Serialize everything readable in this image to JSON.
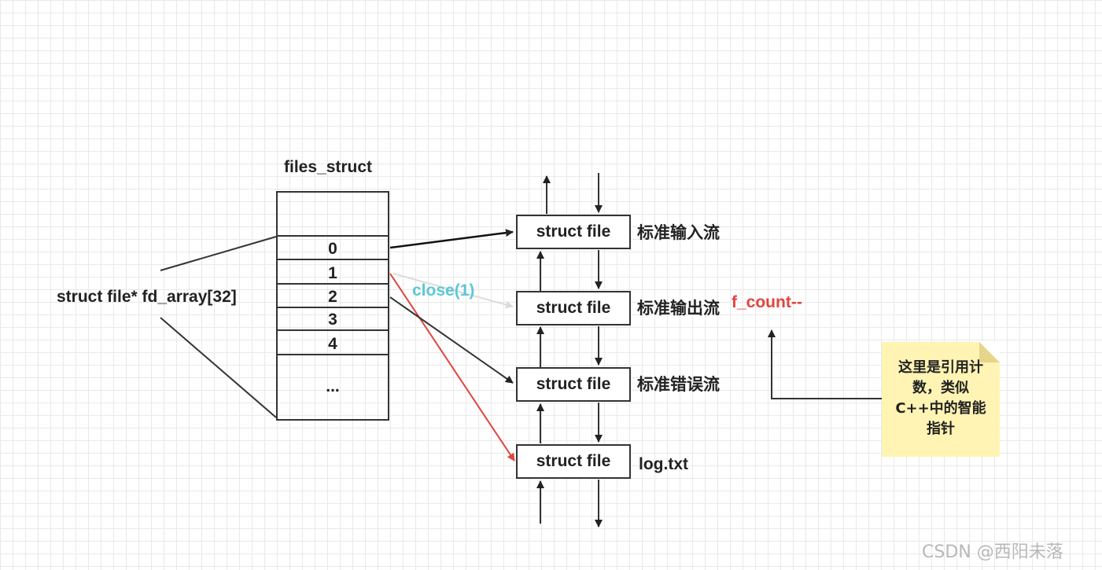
{
  "files_struct": {
    "title": "files_struct",
    "fd_array_label": "struct file* fd_array[32]",
    "slots": [
      "0",
      "1",
      "2",
      "3",
      "4"
    ],
    "ellipsis": "..."
  },
  "struct_files": [
    {
      "label": "struct file",
      "stream": "标准输入流"
    },
    {
      "label": "struct file",
      "stream": "标准输出流"
    },
    {
      "label": "struct file",
      "stream": "标准错误流"
    },
    {
      "label": "struct file",
      "stream": "log.txt"
    }
  ],
  "annotations": {
    "close": "close(1)",
    "f_count": "f_count--",
    "note": "这里是引用计数，类似C++中的智能指针"
  },
  "watermark": "CSDN @西阳未落",
  "colors": {
    "close_text": "#5cc8d6",
    "f_count_text": "#e0443e",
    "red_arrow": "#e0443e",
    "note_bg": "#fff4b3"
  }
}
